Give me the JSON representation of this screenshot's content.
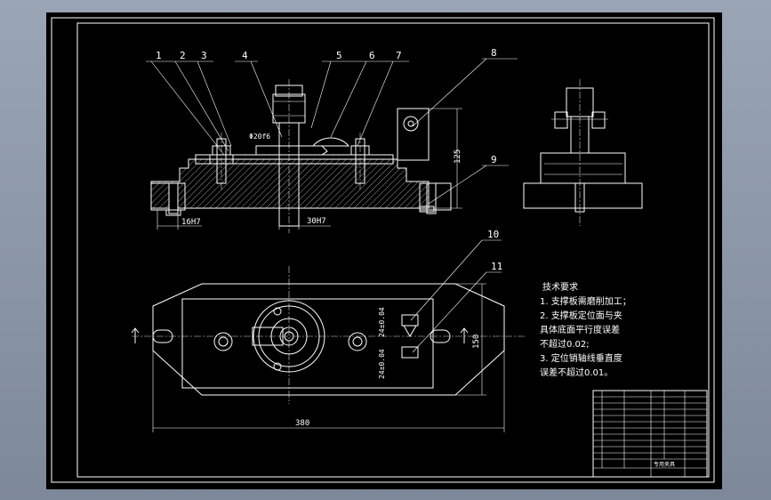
{
  "drawing": {
    "balloons": [
      "1",
      "2",
      "3",
      "4",
      "5",
      "6",
      "7",
      "8",
      "9",
      "10",
      "11"
    ],
    "dims": {
      "d16": "16H7",
      "d30": "30H7",
      "d125": "125",
      "d380": "380",
      "d150": "150",
      "d20": "Φ20f6",
      "d24a": "24±0.04",
      "d24b": "24±0.04"
    },
    "notes": {
      "title": "技术要求",
      "lines": [
        "1. 支撑板需磨削加工；",
        "2. 支撑板定位面与夹",
        "具体底面平行度误差",
        "不超过0.02;",
        "3. 定位销轴线垂直度",
        "误差不超过0.01。"
      ]
    },
    "title_block": {
      "name": "专用夹具"
    }
  },
  "colors": {
    "background": "#000000",
    "lines": "#ffffff",
    "frame_outer": "#8a95a6"
  }
}
